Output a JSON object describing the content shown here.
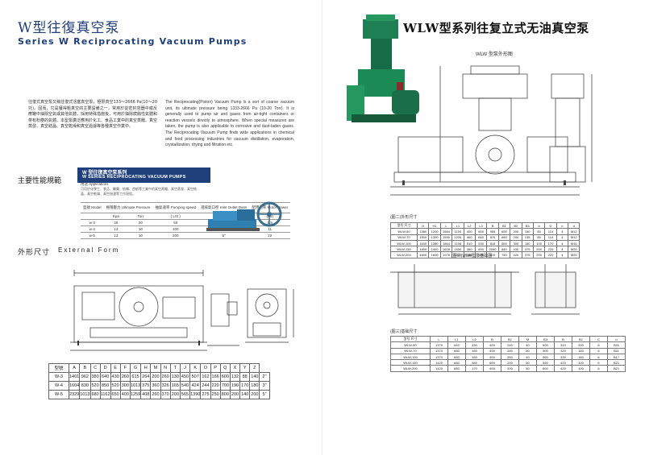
{
  "left": {
    "title_cn": "W型往復真空泵",
    "title_en": "Series W Reciprocating Vacuum Pumps",
    "intro_cn": "往復式真空泵又稱往復式活塞真空泵，極限真空133～2666 Pa(10～20托)。因而，它是獲得粗真空的主要設備之一，常用於從密封容器中或反應罐中抽除空氣或其他氣體，採用特殊措施後，可用於抽除腐蝕性氣體和帶有粉塵的氣體。本型泵廣泛應用於化工、食品工業中的真空蒸餾、真空蒸發、真空結晶、真空乾燥和真空過濾等各種真空作業中。",
    "intro_en": "The Reciprocating(Piston) Vacuum Pump is a sort of coarse vacuum unit, its ultimate pressure being 1333-2666 Pa (10-20 Torr). It is generally used to pump air and gases from air-tight containers or reaction vessels directly to atmosphere. When special measures are taken, the pump is also applicable to corrosive and dust-laden gases. The Reciprocating Vacuum Pump finds wide applications in chemical and food processing industries for vacuum distillation, evaporation, crystallization, drying and filtration etc.",
    "perf_label": "主要性能規範",
    "band_cn": "W 型往復真空泵系列",
    "band_en": "W SERIES RECIPROCATING VACUUM PUMPS",
    "app_heading": "用途 Applications",
    "app_text": "可用於化學工、食品、醫藥、紡織、造紙等工業中的真空蒸餾、真空蒸發、真空結晶、真空乾燥、真空過濾等工作過程。",
    "perf_table": {
      "header": [
        "型號 Model",
        "極限壓力 Ultimate Pressure",
        "抽氣速率 Pumping speed",
        "進排氣口徑 Inlet Outlet Diam",
        "配用功率 Motor Power"
      ],
      "subheader": [
        "",
        "Kpa",
        "Torr",
        "( L/S )",
        "(mm)",
        "(kw)"
      ],
      "rows": [
        [
          "w-3",
          "26",
          "20",
          "50",
          "2\"",
          "5.5"
        ],
        [
          "w-4",
          "13",
          "10",
          "100",
          "4\"",
          "11"
        ],
        [
          "w-5",
          "13",
          "10",
          "200",
          "5\"",
          "22"
        ]
      ]
    },
    "dim_label_cn": "外形尺寸",
    "dim_label_en": "External  Form",
    "dim_table": {
      "header": [
        "型號",
        "A",
        "B",
        "C",
        "D",
        "E",
        "F",
        "G",
        "H",
        "M",
        "N",
        "T",
        "J",
        "K",
        "O",
        "P",
        "Q",
        "X",
        "Y",
        "Z"
      ],
      "rows": [
        [
          "W-3",
          "1401",
          "962",
          "380",
          "640",
          "430",
          "260",
          "615",
          "264",
          "200",
          "260",
          "130",
          "450",
          "507",
          "162",
          "166",
          "600",
          "132",
          "88",
          "140",
          "2\""
        ],
        [
          "W-4",
          "1604",
          "830",
          "520",
          "850",
          "520",
          "300",
          "1013",
          "375",
          "360",
          "326",
          "165",
          "540",
          "424",
          "244",
          "220",
          "700",
          "190",
          "170",
          "180",
          "3\""
        ],
        [
          "W-5",
          "2329",
          "1013",
          "680",
          "1162",
          "650",
          "400",
          "1259",
          "408",
          "260",
          "370",
          "200",
          "565",
          "1390",
          "275",
          "250",
          "800",
          "200",
          "140",
          "200",
          "5\""
        ]
      ]
    }
  },
  "right": {
    "title": "WLW型系列往复立式无油真空泵",
    "drawing_caption": "WLW 型泵外形图",
    "fig1_label": "(图二)外形尺寸",
    "fig2_label": "(图三)WLW型泵基础图",
    "fig3_label": "(图三)基础尺寸",
    "table1": {
      "header": [
        "型号  尺寸",
        "H",
        "H1",
        "L",
        "L1",
        "L2",
        "L3",
        "B",
        "B1",
        "B2",
        "B3",
        "b",
        "D",
        "n",
        "d"
      ],
      "rows": [
        [
          "WLW-50",
          "1380",
          "1200",
          "1584",
          "1100",
          "400",
          "600",
          "955",
          "600",
          "200",
          "150",
          "80",
          "114",
          "4",
          "M12"
        ],
        [
          "WLW-70",
          "1500",
          "1300",
          "1590",
          "1226",
          "460",
          "660",
          "876",
          "660",
          "200",
          "135",
          "80",
          "114",
          "4",
          "M12"
        ],
        [
          "WLW-100",
          "1640",
          "1380",
          "1864",
          "1108",
          "510",
          "530",
          "818",
          "665",
          "300",
          "180",
          "100",
          "170",
          "4",
          "M16"
        ],
        [
          "WLW-150",
          "1850",
          "1400",
          "1628",
          "1659",
          "380",
          "690",
          "2050",
          "840",
          "430",
          "375",
          "200",
          "220",
          "4",
          "M20"
        ],
        [
          "WLW-200",
          "4800",
          "1600",
          "1978",
          "1922",
          "880",
          "590",
          "819",
          "750",
          "420",
          "375",
          "200",
          "220",
          "4",
          "M20"
        ]
      ]
    },
    "table2": {
      "header": [
        "型号  尺寸",
        "L",
        "L1",
        "L2",
        "B",
        "B1",
        "M",
        "B3",
        "B",
        "B1",
        "C",
        "d"
      ],
      "rows": [
        [
          "WLW-50",
          "1370",
          "640",
          "430",
          "400",
          "240",
          "40",
          "500",
          "310",
          "320",
          "8",
          "B11"
        ],
        [
          "WLW-70",
          "1370",
          "680",
          "180",
          "400",
          "280",
          "80",
          "500",
          "320",
          "160",
          "6",
          "B11"
        ],
        [
          "WLW-100",
          "1370",
          "680",
          "180",
          "400",
          "260",
          "40",
          "560",
          "330",
          "160",
          "6",
          "B17"
        ],
        [
          "WLW-150",
          "1420",
          "680",
          "480",
          "600",
          "200",
          "50",
          "560",
          "420",
          "100",
          "6",
          "B21"
        ],
        [
          "WLW-200",
          "1420",
          "680",
          "170",
          "400",
          "200",
          "50",
          "600",
          "420",
          "100",
          "6",
          "B21"
        ]
      ]
    }
  }
}
